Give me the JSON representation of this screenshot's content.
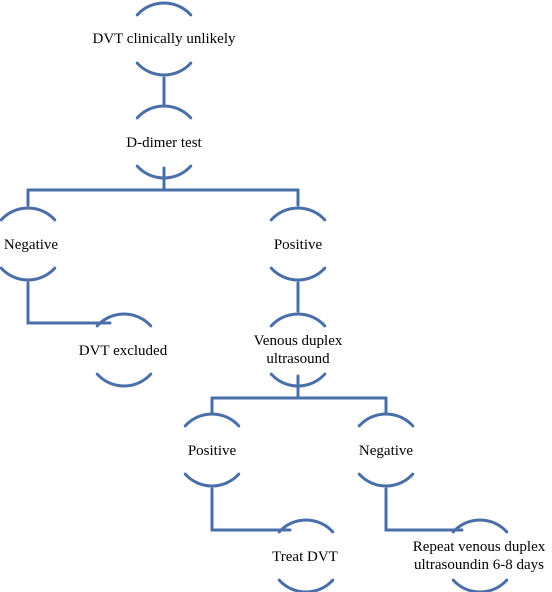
{
  "colors": {
    "connector": "#4a6fa8",
    "text": "#000000",
    "background": "#ffffff"
  },
  "nodes": {
    "dvt_unlikely": "DVT clinically unlikely",
    "d_dimer": "D-dimer test",
    "negative_1": "Negative",
    "positive_1": "Positive",
    "dvt_excluded": "DVT excluded",
    "duplex_line1": "Venous duplex",
    "duplex_line2": "ultrasound",
    "positive_2": "Positive",
    "negative_2": "Negative",
    "treat_dvt": "Treat DVT",
    "repeat_line1": "Repeat venous duplex",
    "repeat_line2": "ultrasoundin 6-8 days"
  }
}
